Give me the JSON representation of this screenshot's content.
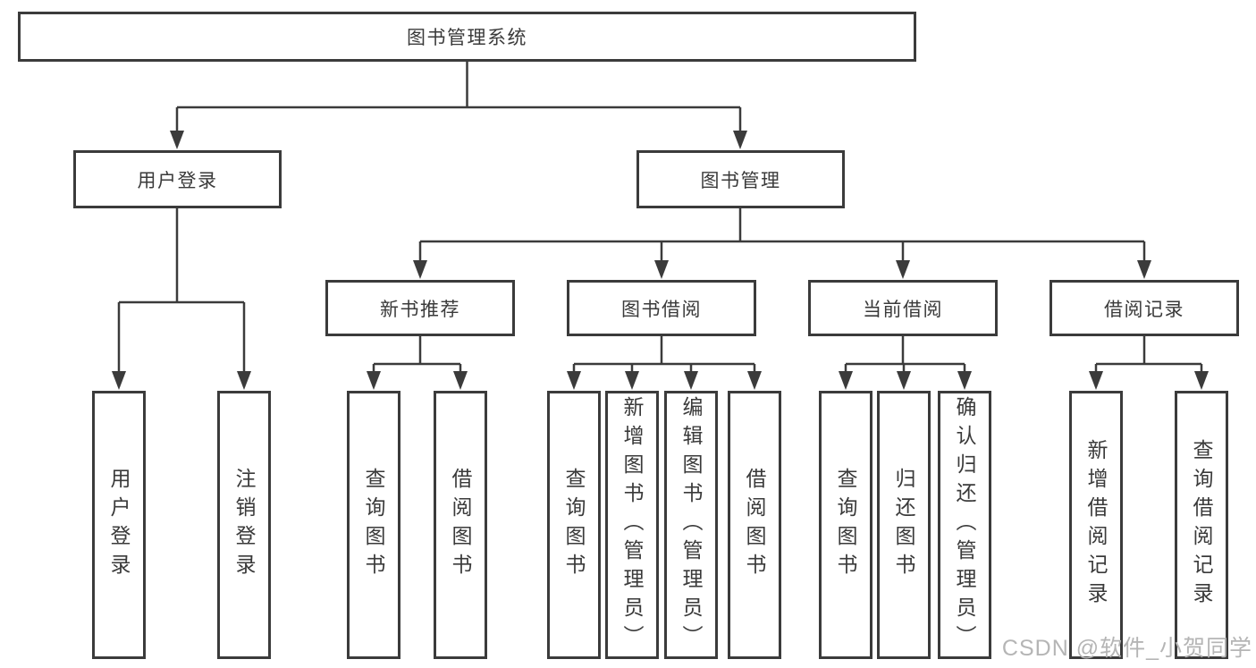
{
  "diagram_type": "hierarchy-tree",
  "colors": {
    "line": "#3b3b3b",
    "text": "#3a3a3a",
    "watermark": "#b5b5b5",
    "background": "#ffffff"
  },
  "tree": {
    "label": "图书管理系统",
    "children": [
      {
        "label": "用户登录",
        "children": [
          {
            "label": "用户登录"
          },
          {
            "label": "注销登录"
          }
        ]
      },
      {
        "label": "图书管理",
        "children": [
          {
            "label": "新书推荐",
            "children": [
              {
                "label": "查询图书"
              },
              {
                "label": "借阅图书"
              }
            ]
          },
          {
            "label": "图书借阅",
            "children": [
              {
                "label": "查询图书"
              },
              {
                "label": "新增图书（管理员）"
              },
              {
                "label": "编辑图书（管理员）"
              },
              {
                "label": "借阅图书"
              }
            ]
          },
          {
            "label": "当前借阅",
            "children": [
              {
                "label": "查询图书"
              },
              {
                "label": "归还图书"
              },
              {
                "label": "确认归还（管理员）"
              }
            ]
          },
          {
            "label": "借阅记录",
            "children": [
              {
                "label": "新增借阅记录"
              },
              {
                "label": "查询借阅记录"
              }
            ]
          }
        ]
      }
    ]
  },
  "watermark": {
    "text": "CSDN @软件_小贺同学"
  }
}
